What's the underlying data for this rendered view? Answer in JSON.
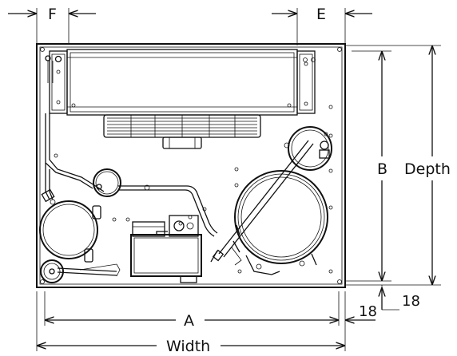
{
  "dimensions": {
    "F": "F",
    "E": "E",
    "B": "B",
    "Depth": "Depth",
    "A": "A",
    "Width": "Width",
    "offset_right": "18",
    "offset_bottom": "18"
  },
  "colors": {
    "line": "#111111",
    "background": "#ffffff"
  }
}
